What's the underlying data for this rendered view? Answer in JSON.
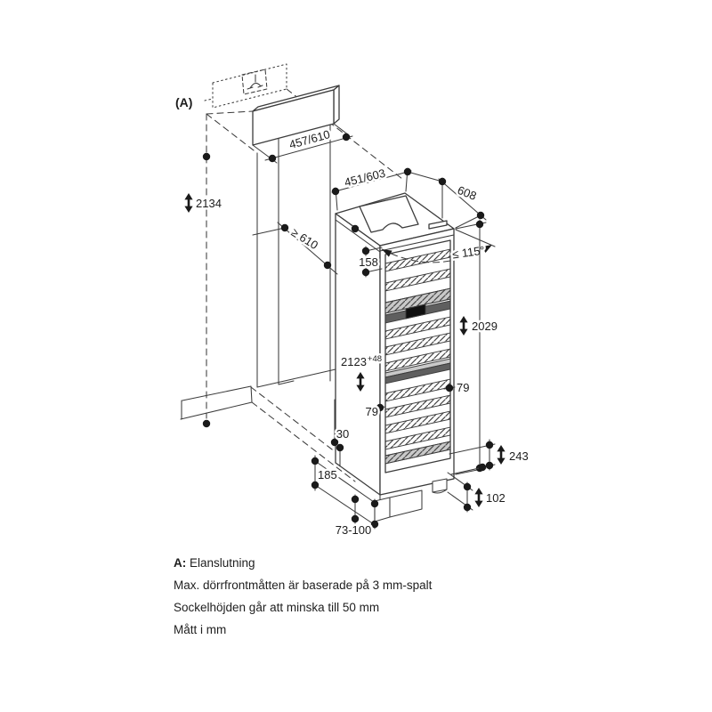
{
  "figure": {
    "callout_a": "(A)"
  },
  "dimensions": {
    "panel_front_width": "457/610",
    "niche_height": "2134",
    "niche_depth": "≥ 610",
    "appliance_width": "451/603",
    "appliance_depth": "608",
    "top_section_height": "158",
    "door_opening_angle": "≤ 115°",
    "door_front_height": "2029",
    "appliance_height": "2123",
    "appliance_height_tolerance": "+48",
    "shelf_spacing_left": "79",
    "shelf_spacing_right": "79",
    "rear_offset": "30",
    "base_height": "185",
    "lower_section_height": "243",
    "foot_clearance": "102",
    "plinth_adjust_range": "73-100"
  },
  "notes": {
    "a_label": "A:",
    "a_text": "Elanslutning",
    "door_note": "Max. dörrfrontmåtten är baserade på 3 mm-spalt",
    "plinth_note": "Sockelhöjden går att minska till 50 mm",
    "units_note": "Mått i mm"
  },
  "colors": {
    "line": "#3c3c3c",
    "shelf_dark": "#5f5f5f",
    "shelf_light": "#c9c9c9",
    "control_panel": "#101010",
    "background": "#ffffff"
  }
}
